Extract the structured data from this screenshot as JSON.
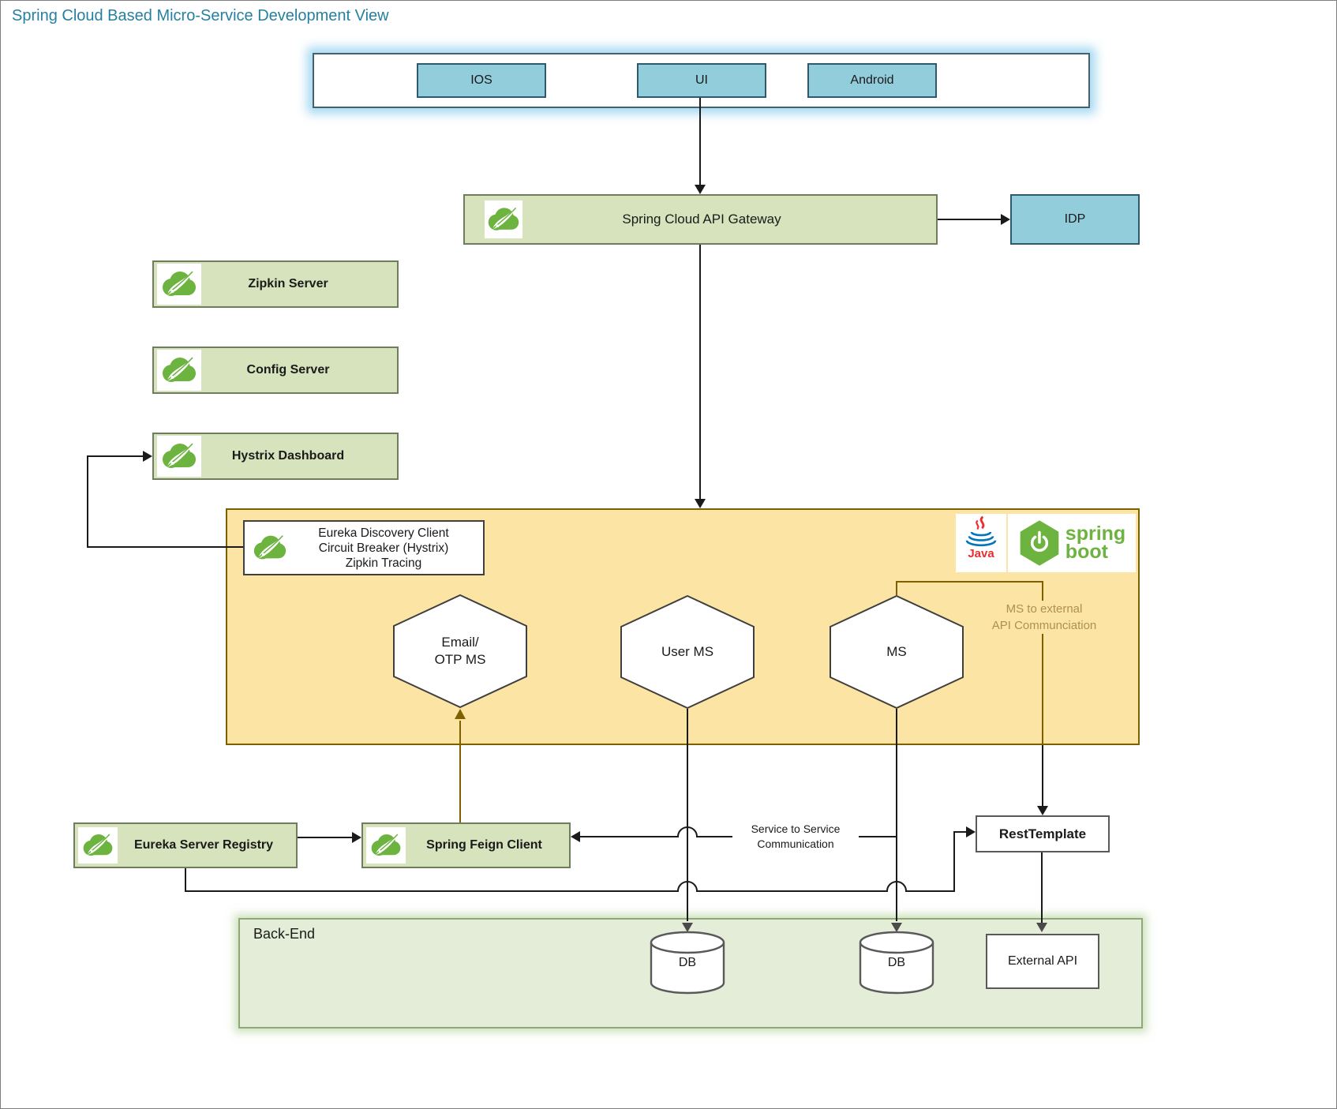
{
  "title": "Spring Cloud Based Micro-Service Development View",
  "clients": {
    "items": [
      "IOS",
      "UI",
      "Android"
    ]
  },
  "gateway": {
    "label": "Spring Cloud API Gateway"
  },
  "idp": {
    "label": "IDP"
  },
  "infra": [
    {
      "label": "Zipkin Server"
    },
    {
      "label": "Config Server"
    },
    {
      "label": "Hystrix Dashboard"
    }
  ],
  "ms_platform": {
    "client_libs": {
      "lines": [
        "Eureka Discovery Client",
        "Circuit Breaker (Hystrix)",
        "Zipkin Tracing"
      ]
    },
    "hexagons": [
      {
        "lines": [
          "Email/",
          "OTP MS"
        ]
      },
      {
        "lines": [
          "User MS"
        ]
      },
      {
        "lines": [
          "MS"
        ]
      }
    ],
    "annotation": {
      "lines": [
        "MS to external",
        "API Communciation"
      ]
    },
    "java_label": "Java",
    "spring_boot": {
      "lines": [
        "spring",
        "boot"
      ]
    }
  },
  "registry": {
    "label": "Eureka Server Registry"
  },
  "feign": {
    "label": "Spring Feign Client"
  },
  "svc_comm": {
    "lines": [
      "Service to Service",
      "Communication"
    ]
  },
  "rest_template": {
    "label": "RestTemplate"
  },
  "backend": {
    "label": "Back-End",
    "databases": [
      "DB",
      "DB"
    ],
    "external_api": "External API"
  },
  "colors": {
    "title_text": "#2580A0",
    "client_fill": "#92CDDC",
    "green_fill": "#D6E3BC",
    "orange_fill": "#FCE5A4",
    "backend_fill": "#E4EDD8",
    "spring_green": "#6DB33F",
    "java_red": "#EA2D2E",
    "java_blue": "#0074BD",
    "olive_connector": "#7E6000",
    "annotation_text": "#AE8F53",
    "connector_black": "#1a1a1a"
  }
}
